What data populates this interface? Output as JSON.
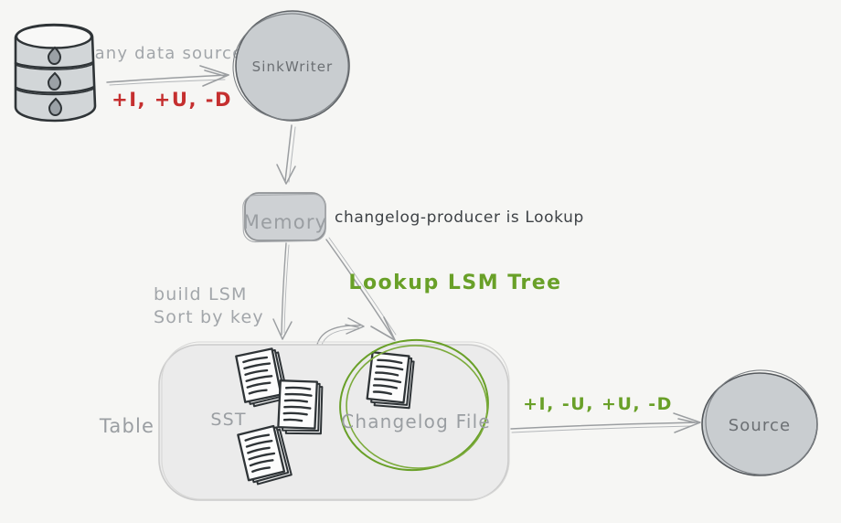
{
  "colors": {
    "background": "#f6f6f4",
    "node_fill": "#c9cdd0",
    "ink": "#2f3437",
    "red": "#c52f2f",
    "green": "#69a028",
    "gray_text": "#9a9ea2",
    "dark_text": "#3e4246",
    "table_fill": "#ebebeb"
  },
  "nodes": {
    "sink_writer": {
      "label": "SinkWriter"
    },
    "memory": {
      "label": "Memory"
    },
    "table": {
      "label": "Table"
    },
    "sst": {
      "label": "SST"
    },
    "changelog_file": {
      "label": "Changelog File"
    },
    "source": {
      "label": "Source"
    }
  },
  "labels": {
    "any_data_source": "any data source",
    "input_changelog": "+I, +U, -D",
    "changelog_producer_note": "changelog-producer is Lookup",
    "lookup_lsm_tree": "Lookup LSM Tree",
    "build_lsm": "build LSM",
    "sort_by_key": "Sort by key",
    "output_changelog": "+I, -U, +U, -D"
  },
  "icons": {
    "database": "database-icon",
    "sst_files": "sst-file-stack-icon",
    "changelog_file": "changelog-file-stack-icon"
  }
}
